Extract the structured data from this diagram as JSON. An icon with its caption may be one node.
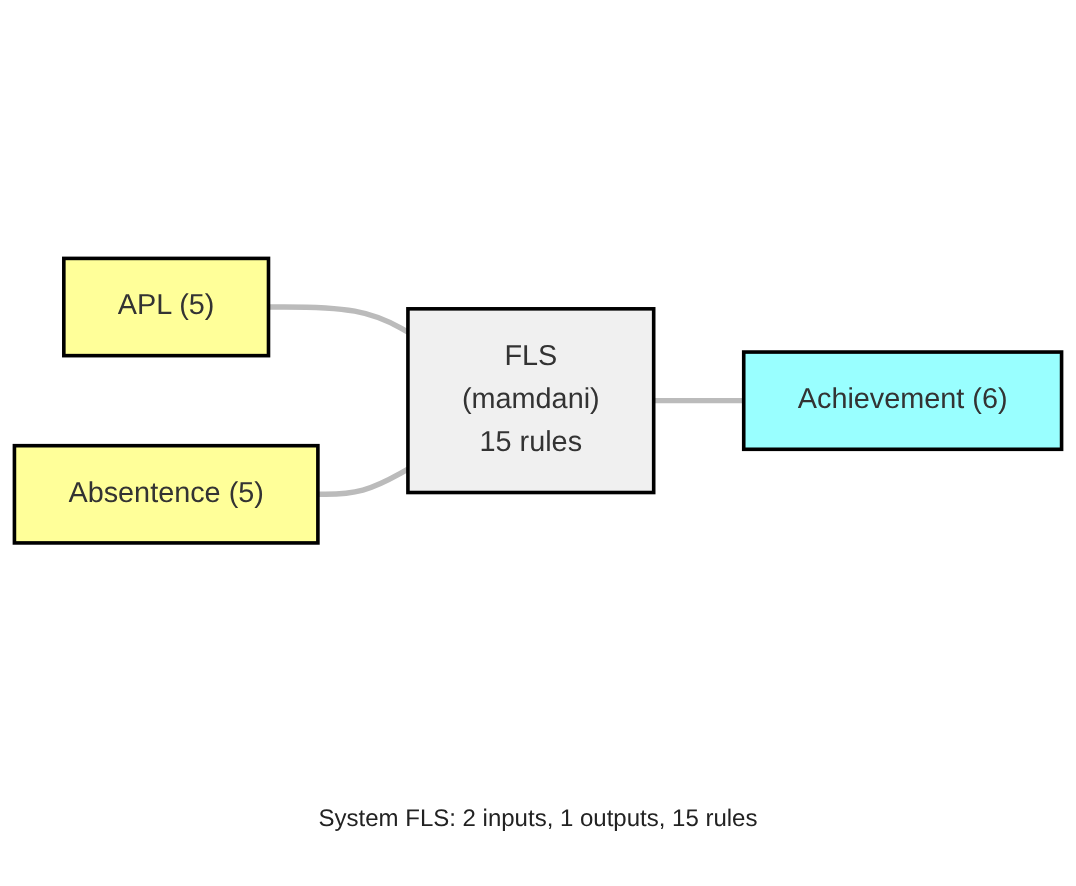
{
  "diagram": {
    "caption": "System FLS: 2 inputs, 1 outputs, 15 rules",
    "nodes": [
      {
        "text": [
          "APL (5)"
        ]
      },
      {
        "text": [
          "Absentence (5)"
        ]
      },
      {
        "text": [
          "FLS",
          "(mamdani)",
          "15 rules"
        ]
      },
      {
        "text": [
          "Achievement (6)"
        ]
      }
    ],
    "edges": [
      {
        "from": 0,
        "to": 2,
        "arrow": "none"
      },
      {
        "from": 1,
        "to": 2,
        "arrow": "none"
      },
      {
        "from": 2,
        "to": 3,
        "arrow": "none"
      }
    ]
  }
}
